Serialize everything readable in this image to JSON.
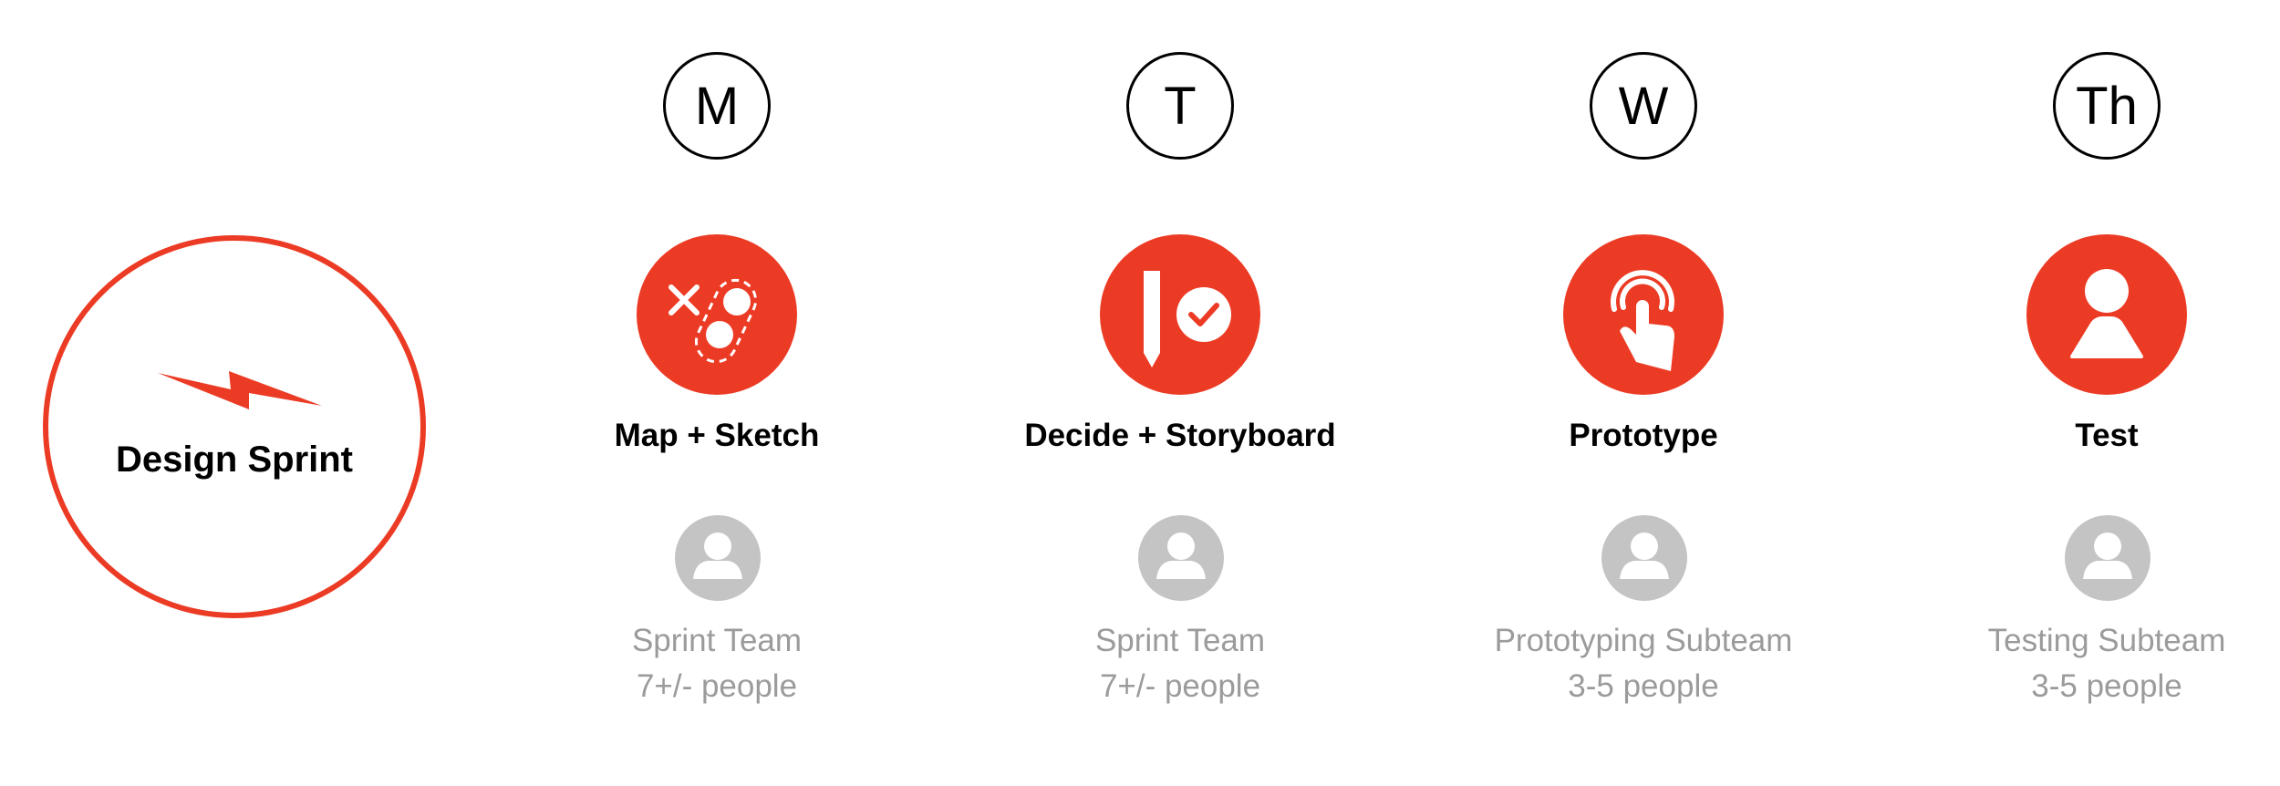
{
  "sprint": {
    "title": "Design Sprint",
    "accent_color": "#ec3b25"
  },
  "days": [
    {
      "letter": "M",
      "activity": "Map + Sketch",
      "icon": "map-sketch-icon",
      "team": "Sprint Team",
      "size": "7+/- people"
    },
    {
      "letter": "T",
      "activity": "Decide + Storyboard",
      "icon": "decide-check-icon",
      "team": "Sprint Team",
      "size": "7+/- people"
    },
    {
      "letter": "W",
      "activity": "Prototype",
      "icon": "touch-tap-icon",
      "team": "Prototyping Subteam",
      "size": "3-5 people"
    },
    {
      "letter": "Th",
      "activity": "Test",
      "icon": "user-person-icon",
      "team": "Testing Subteam",
      "size": "3-5 people"
    }
  ],
  "colors": {
    "accent": "#ec3b25",
    "muted_text": "#9b9b9b",
    "avatar_gray": "#c4c4c4"
  }
}
